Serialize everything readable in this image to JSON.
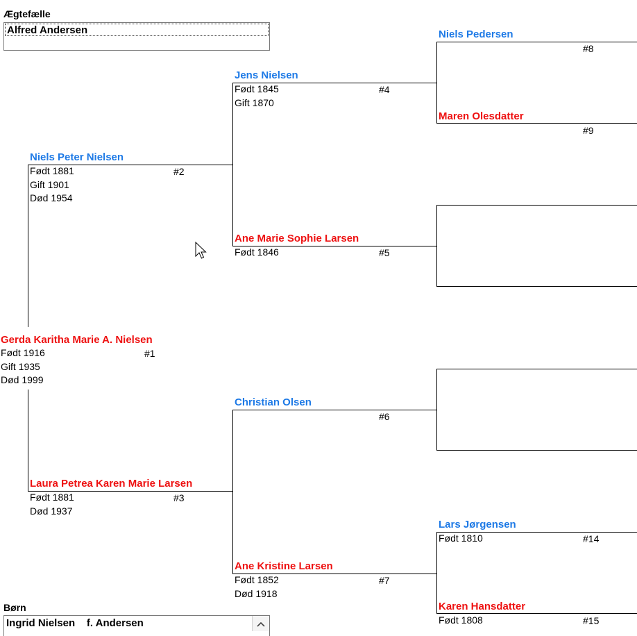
{
  "spouse": {
    "label": "Ægtefælle",
    "value": "Alfred Andersen"
  },
  "children": {
    "label": "Børn",
    "items": [
      "Ingrid Nielsen    f. Andersen"
    ]
  },
  "persons": {
    "p1": {
      "name": "Gerda Karitha Marie A. Nielsen",
      "num": "#1",
      "lines": [
        "Født 1916",
        "Gift 1935",
        "Død 1999"
      ]
    },
    "p2": {
      "name": "Niels Peter Nielsen",
      "num": "#2",
      "lines": [
        "Født 1881",
        "Gift 1901",
        "Død 1954"
      ]
    },
    "p3": {
      "name": "Laura Petrea Karen Marie Larsen",
      "num": "#3",
      "lines": [
        "Født 1881",
        "Død 1937"
      ]
    },
    "p4": {
      "name": "Jens Nielsen",
      "num": "#4",
      "lines": [
        "Født 1845",
        "Gift 1870"
      ]
    },
    "p5": {
      "name": "Ane Marie Sophie Larsen",
      "num": "#5",
      "lines": [
        "Født 1846"
      ]
    },
    "p6": {
      "name": "Christian Olsen",
      "num": "#6",
      "lines": []
    },
    "p7": {
      "name": "Ane Kristine Larsen",
      "num": "#7",
      "lines": [
        "Født 1852",
        "Død 1918"
      ]
    },
    "p8": {
      "name": "Niels Pedersen",
      "num": "#8",
      "lines": []
    },
    "p9": {
      "name": "Maren Olesdatter",
      "num": "#9",
      "lines": []
    },
    "p14": {
      "name": "Lars Jørgensen",
      "num": "#14",
      "lines": [
        "Født 1810"
      ]
    },
    "p15": {
      "name": "Karen Hansdatter",
      "num": "#15",
      "lines": [
        "Født 1808"
      ]
    }
  },
  "colors": {
    "male": "#1e7ae6",
    "female": "#ee1111"
  },
  "icons": {
    "cursor": "mouse-pointer-icon",
    "scroll_up": "chevron-up-icon"
  }
}
